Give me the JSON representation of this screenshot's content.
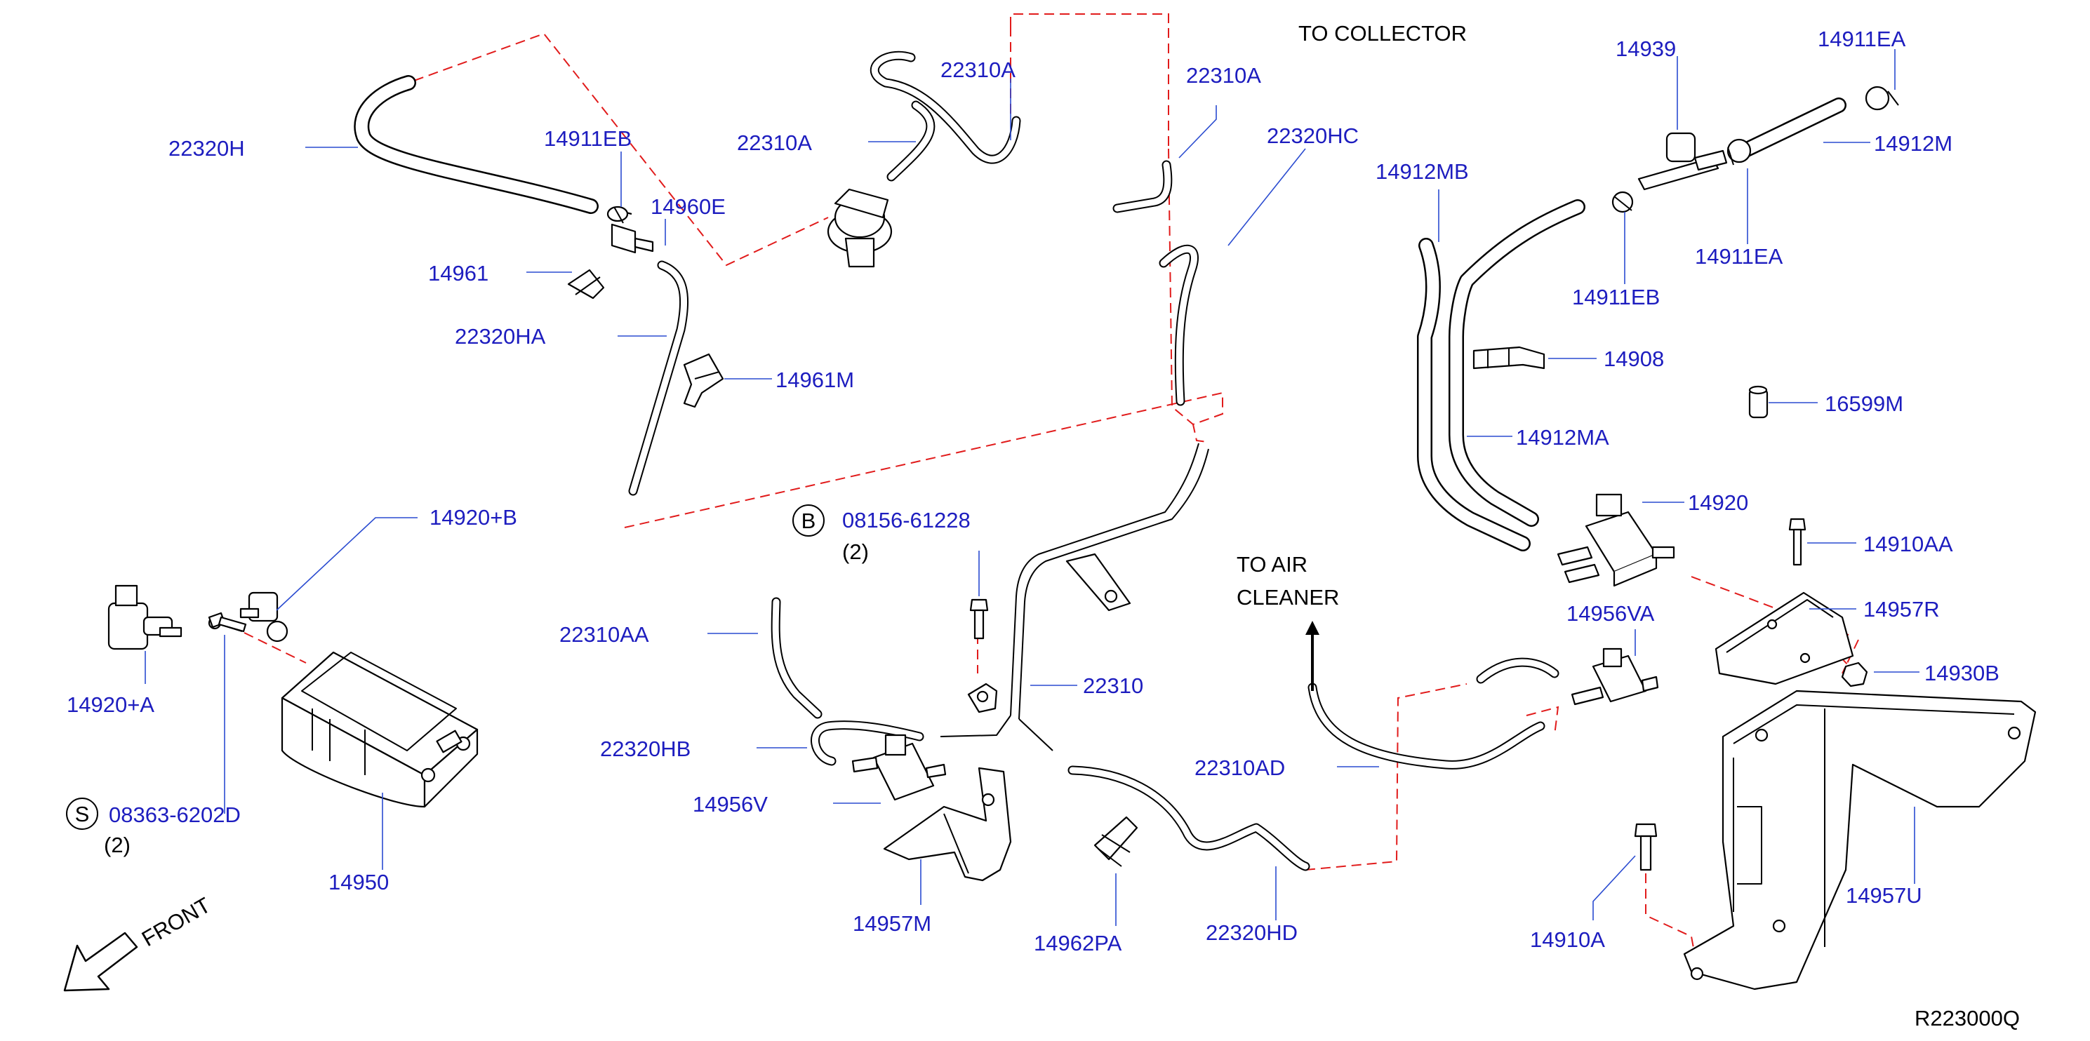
{
  "diagram": {
    "part_labels": [
      {
        "id": "p22320H",
        "text": "22320H"
      },
      {
        "id": "p14911EB_a",
        "text": "14911EB"
      },
      {
        "id": "p14960E",
        "text": "14960E"
      },
      {
        "id": "p14961",
        "text": "14961"
      },
      {
        "id": "p22320HA",
        "text": "22320HA"
      },
      {
        "id": "p14961M",
        "text": "14961M"
      },
      {
        "id": "p22310A_a",
        "text": "22310A"
      },
      {
        "id": "p22310A_b",
        "text": "22310A"
      },
      {
        "id": "p22310A_c",
        "text": "22310A"
      },
      {
        "id": "p22320HC",
        "text": "22320HC"
      },
      {
        "id": "p14939",
        "text": "14939"
      },
      {
        "id": "p14911EA_a",
        "text": "14911EA"
      },
      {
        "id": "p14912M",
        "text": "14912M"
      },
      {
        "id": "p14912MB",
        "text": "14912MB"
      },
      {
        "id": "p14911EA_b",
        "text": "14911EA"
      },
      {
        "id": "p14911EB_b",
        "text": "14911EB"
      },
      {
        "id": "p14908",
        "text": "14908"
      },
      {
        "id": "p16599M",
        "text": "16599M"
      },
      {
        "id": "p14912MA",
        "text": "14912MA"
      },
      {
        "id": "p14920",
        "text": "14920"
      },
      {
        "id": "p14910AA",
        "text": "14910AA"
      },
      {
        "id": "p14957R",
        "text": "14957R"
      },
      {
        "id": "p14956VA",
        "text": "14956VA"
      },
      {
        "id": "p14930B",
        "text": "14930B"
      },
      {
        "id": "p14920B",
        "text": "14920+B"
      },
      {
        "id": "p14920A",
        "text": "14920+A"
      },
      {
        "id": "p08156",
        "text": "08156-61228"
      },
      {
        "id": "p22310AA",
        "text": "22310AA"
      },
      {
        "id": "p22310",
        "text": "22310"
      },
      {
        "id": "p22320HB",
        "text": "22320HB"
      },
      {
        "id": "p14956V",
        "text": "14956V"
      },
      {
        "id": "p22310AD",
        "text": "22310AD"
      },
      {
        "id": "p08363",
        "text": "08363-6202D"
      },
      {
        "id": "p14950",
        "text": "14950"
      },
      {
        "id": "p14957M",
        "text": "14957M"
      },
      {
        "id": "p14962PA",
        "text": "14962PA"
      },
      {
        "id": "p22320HD",
        "text": "22320HD"
      },
      {
        "id": "p14957U",
        "text": "14957U"
      },
      {
        "id": "p14910A",
        "text": "14910A"
      }
    ],
    "quantities": {
      "b_qty": "(2)",
      "s_qty": "(2)"
    },
    "callout_symbols": {
      "b": "B",
      "s": "S"
    },
    "notes": {
      "to_collector": "TO  COLLECTOR",
      "to_air_line1": "TO  AIR",
      "to_air_line2": "CLEANER"
    },
    "front_label": "FRONT",
    "reference_code": "R223000Q",
    "colors": {
      "label": "#1d1dbf",
      "leader": "#2a4bd0",
      "phantom": "#e11b1b",
      "line": "#000000"
    }
  }
}
